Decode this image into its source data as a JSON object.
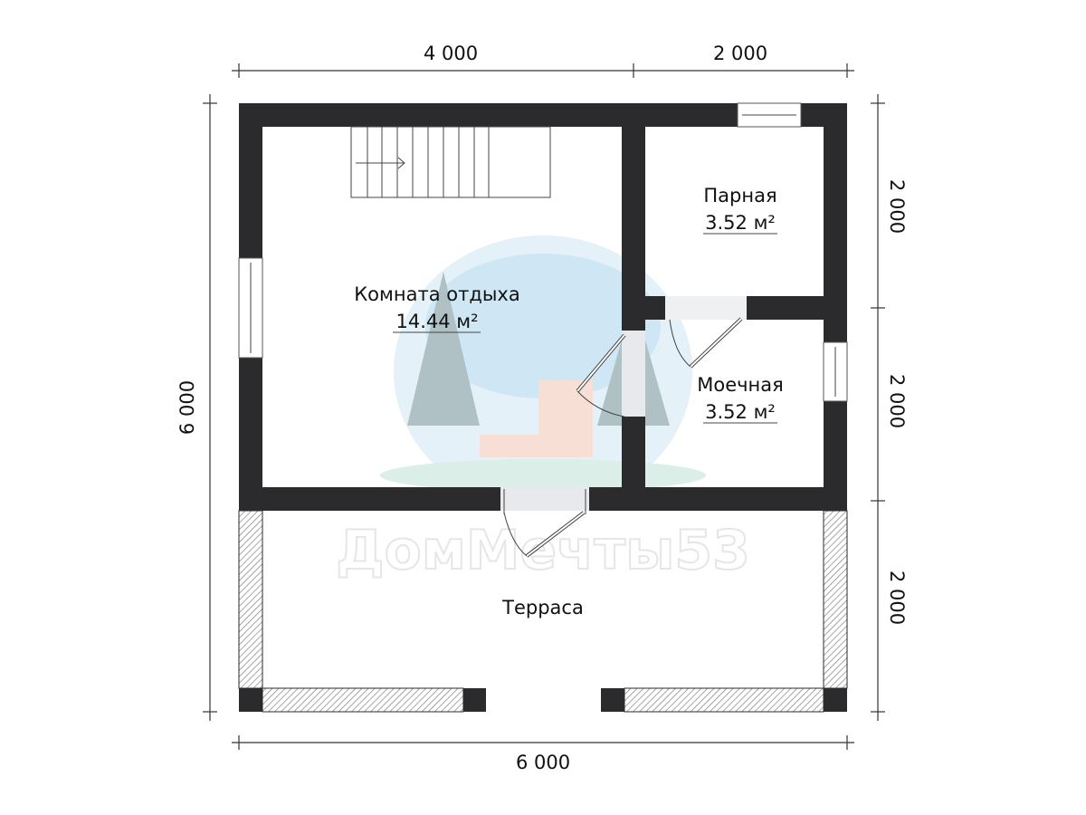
{
  "dimensions": {
    "top_left": "4 000",
    "top_right": "2 000",
    "left": "6 000",
    "right_1": "2 000",
    "right_2": "2 000",
    "right_3": "2 000",
    "bottom": "6 000"
  },
  "rooms": [
    {
      "name": "Комната отдыха",
      "area": "14.44 м²"
    },
    {
      "name": "Парная",
      "area": "3.52 м²"
    },
    {
      "name": "Моечная",
      "area": "3.52 м²"
    },
    {
      "name": "Терраса"
    }
  ],
  "watermark": "ДомМечты53",
  "colors": {
    "wall": "#2b2b2d",
    "background": "#ffffff"
  }
}
